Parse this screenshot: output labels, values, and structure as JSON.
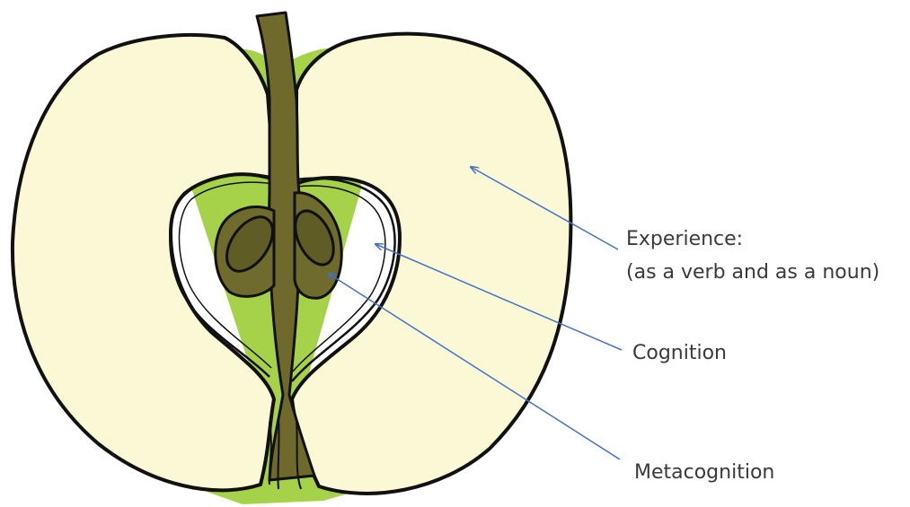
{
  "labels": {
    "experience_line1": "Experience:",
    "experience_line2": "(as a verb and as a noun)",
    "cognition": "Cognition",
    "metacognition": "Metacognition"
  },
  "colors": {
    "flesh": "#fbf8d6",
    "core_green": "#a6d24a",
    "stem": "#6f6a2c",
    "seed": "#6e6b2d",
    "outline": "#111111",
    "arrow": "#4472c4"
  }
}
